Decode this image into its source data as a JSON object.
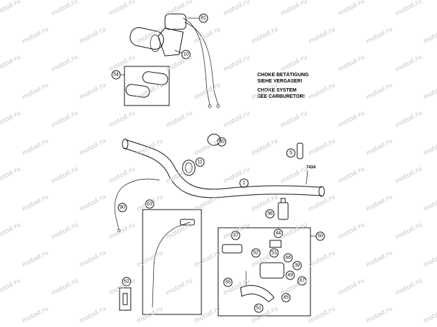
{
  "watermark": "motod.ru",
  "notes": {
    "choke_de_1": "CHOKE BETÄTIGUNG",
    "choke_de_2": "SIEHE VERGASER!",
    "choke_en_1": "CHOKE SYSTEM",
    "choke_en_2": "SEE CARBURETOR!"
  },
  "labels": {
    "grip_set": "54",
    "throttle_cable": "81",
    "throttle_housing": "10",
    "cable_clip": "80",
    "bar_pad": "11",
    "handlebar": "1",
    "bar_end_plug": "5",
    "bar_code": "7434",
    "clutch_cable": "90",
    "hydraulic_line": "63",
    "fluid_bottle": "36",
    "clutch_master_assembly": "50",
    "bleed_screw": "62",
    "m37": "37",
    "m44": "44",
    "m52": "52",
    "m53": "53",
    "m48": "48",
    "m39": "39",
    "m49": "49",
    "m47": "47",
    "m55": "55",
    "m51": "51",
    "m45": "45"
  }
}
